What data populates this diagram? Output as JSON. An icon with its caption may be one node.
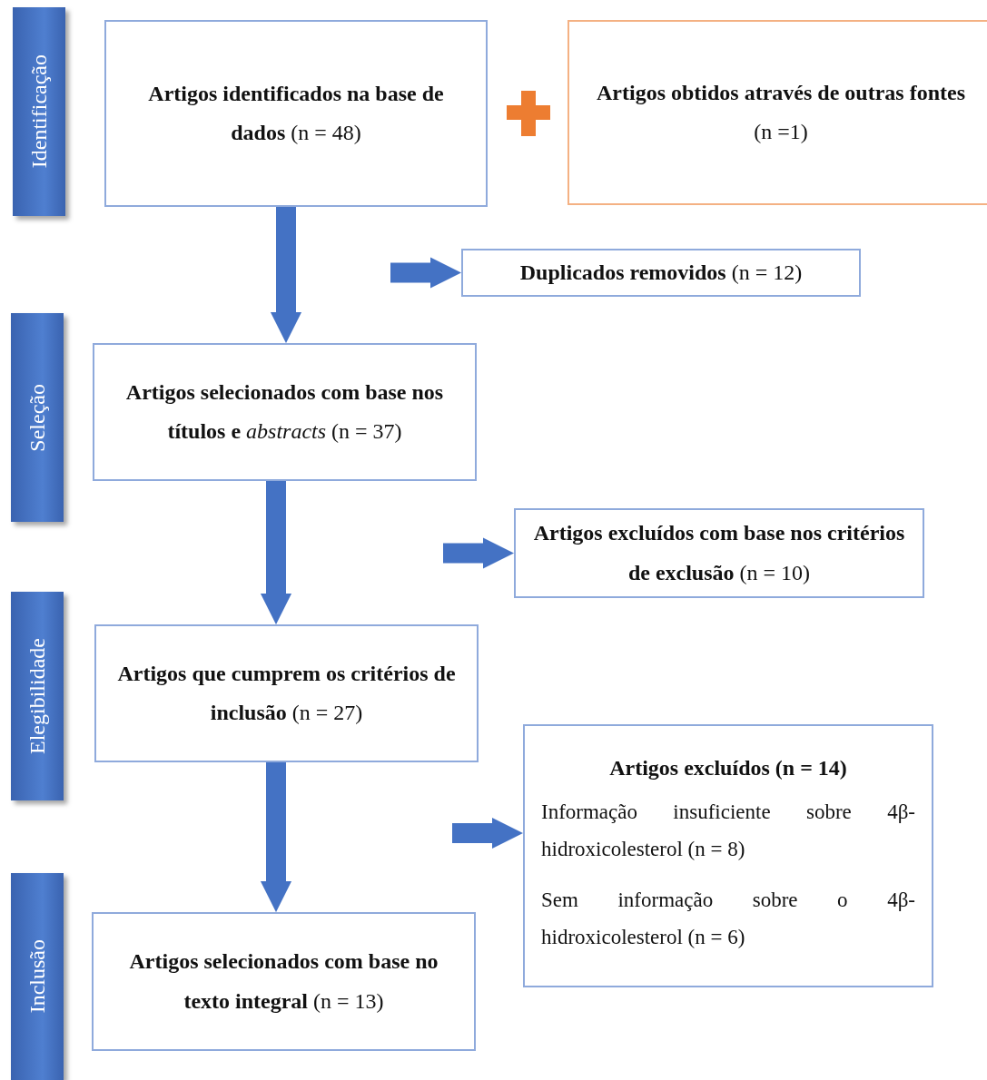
{
  "diagram": {
    "nodes": [
      {
        "text": [
          "Identificação"
        ]
      },
      {
        "text": [
          "Seleção"
        ]
      },
      {
        "text": [
          "Elegibilidade"
        ]
      },
      {
        "text": [
          "Inclusão"
        ]
      },
      {
        "text": [
          "**Artigos identificados na base de dados** (n = 48)"
        ]
      },
      {
        "text": [
          "**Artigos obtidos através de outras fontes** (n =1)"
        ]
      },
      {
        "text": [
          "**Duplicados removidos** (n = 12)"
        ]
      },
      {
        "text": [
          "**Artigos selecionados com base nos títulos e** *abstracts* (n = 37)"
        ]
      },
      {
        "text": [
          "**Artigos excluídos com base nos critérios de exclusão** (n = 10)"
        ]
      },
      {
        "text": [
          "**Artigos que cumprem os critérios de inclusão** (n = 27)"
        ]
      },
      {
        "text": [
          "Artigos excluídos (n = 14)",
          "Informação insuficiente sobre 4β-hidroxicolesterol (n = 8)",
          "Sem informação sobre o 4β-hidroxicolesterol (n = 6)"
        ]
      },
      {
        "text": [
          "**Artigos selecionados com base no texto integral** (n = 13)"
        ]
      }
    ],
    "edges": [
      {
        "from": 4,
        "to": 7,
        "arrow": "to"
      },
      {
        "from": null,
        "to": 6,
        "arrow": "to"
      },
      {
        "from": 7,
        "to": 9,
        "arrow": "to"
      },
      {
        "from": null,
        "to": 8,
        "arrow": "to"
      },
      {
        "from": 9,
        "to": 11,
        "arrow": "to"
      },
      {
        "from": null,
        "to": 10,
        "arrow": "to"
      }
    ]
  }
}
